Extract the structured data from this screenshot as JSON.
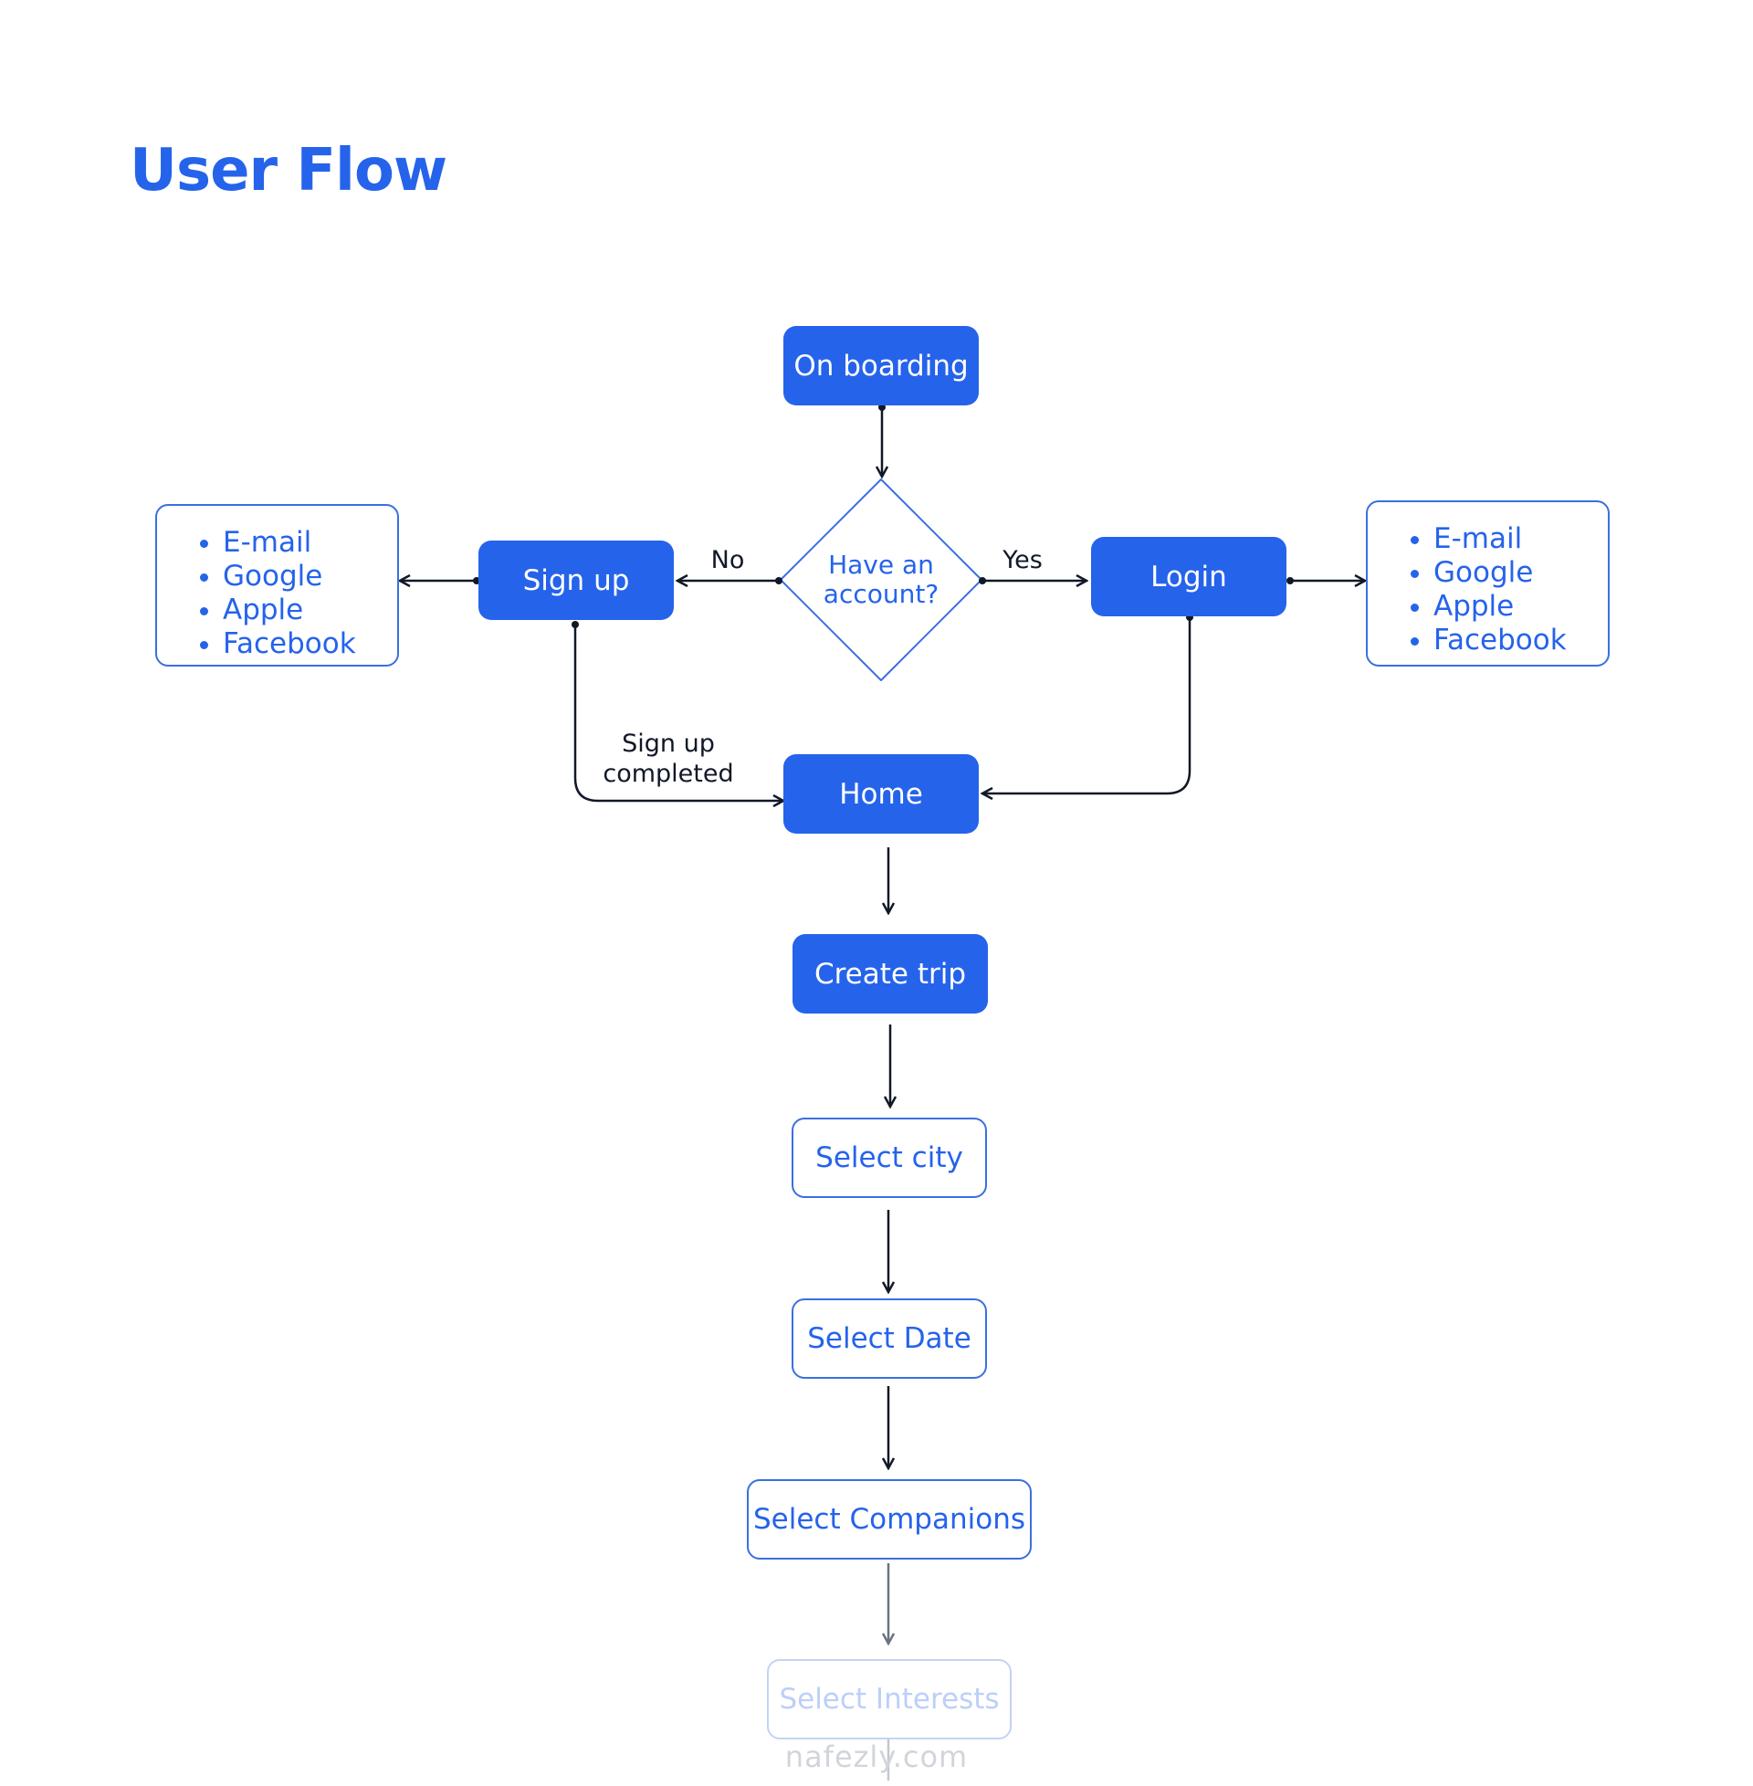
{
  "title": "User Flow",
  "nodes": {
    "onboarding": "On boarding",
    "decision": "Have an account?",
    "signup": "Sign up",
    "login": "Login",
    "home": "Home",
    "create_trip": "Create trip",
    "select_city": "Select city",
    "select_date": "Select Date",
    "select_companions": "Select Companions",
    "select_interests": "Select Interests"
  },
  "signup_options": [
    "E-mail",
    "Google",
    "Apple",
    "Facebook"
  ],
  "login_options": [
    "E-mail",
    "Google",
    "Apple",
    "Facebook"
  ],
  "edge_labels": {
    "no": "No",
    "yes": "Yes",
    "signup_completed": "Sign up completed"
  },
  "colors": {
    "primary": "#2563eb",
    "line": "#111827"
  },
  "watermark": "nafezly.com"
}
